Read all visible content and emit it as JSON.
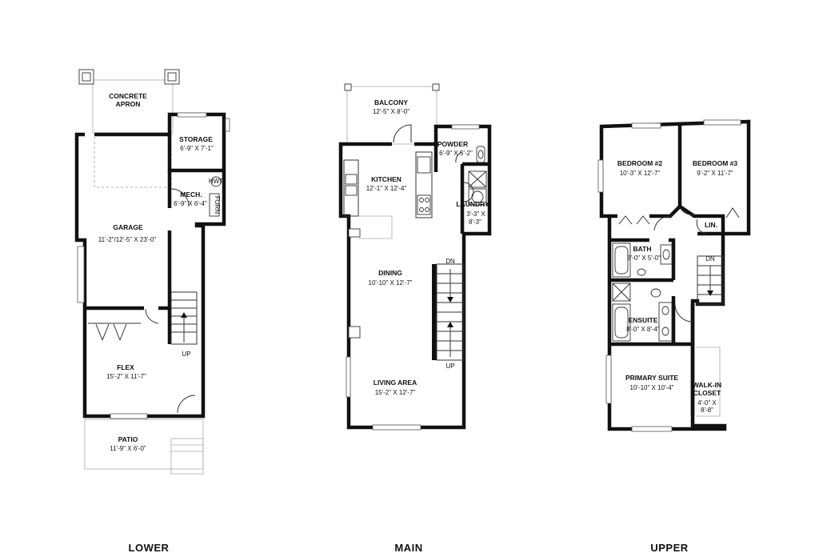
{
  "floors": {
    "lower": {
      "label": "LOWER",
      "rooms": {
        "apron_1": "CONCRETE",
        "apron_2": "APRON",
        "storage": "STORAGE",
        "storage_dim": "6'-9\" X 7'-1\"",
        "mech": "MECH.",
        "mech_dim": "6'-9\" X 6'-4\"",
        "garage": "GARAGE",
        "garage_dim": "11'-2\"/12'-5\" X 23'-0\"",
        "flex": "FLEX",
        "flex_dim": "15'-2\" X 11'-7\"",
        "patio": "PATIO",
        "patio_dim": "11'-9\" X 6'-0\""
      },
      "annotations": {
        "stair": "UP",
        "furn": "FURN",
        "hwt": "HWT"
      }
    },
    "main": {
      "label": "MAIN",
      "rooms": {
        "balcony": "BALCONY",
        "balcony_dim": "12'-5\" X 8'-0\"",
        "kitchen": "KITCHEN",
        "kitchen_dim": "12'-1\" X 12'-4\"",
        "powder": "POWDER",
        "powder_dim": "6'-9\" X 5'-2\"",
        "laundry": "LAUNDRY",
        "laundry_dim_1": "3'-3\" X",
        "laundry_dim_2": "8'-3\"",
        "dining": "DINING",
        "dining_dim": "10'-10\" X 12'-7\"",
        "living": "LIVING AREA",
        "living_dim": "15'-2\" X 12'-7\""
      },
      "annotations": {
        "stair_dn": "DN",
        "stair_up": "UP"
      }
    },
    "upper": {
      "label": "UPPER",
      "rooms": {
        "bed2": "BEDROOM #2",
        "bed2_dim": "10'-3\" X 12'-7\"",
        "bed3": "BEDROOM #3",
        "bed3_dim": "9'-2\" X 11'-7\"",
        "lin": "LIN.",
        "bath": "BATH",
        "bath_dim": "8'-0\" X 5'-0\"",
        "ensuite": "ENSUITE",
        "ensuite_dim": "8'-0\" X 8'-4\"",
        "primary": "PRIMARY SUITE",
        "primary_dim": "10'-10\" X 10'-4\"",
        "closet_1": "WALK-IN",
        "closet_2": "CLOSET",
        "closet_dim_1": "4'-0\" X",
        "closet_dim_2": "8'-8\""
      },
      "annotations": {
        "stair": "DN"
      }
    }
  }
}
